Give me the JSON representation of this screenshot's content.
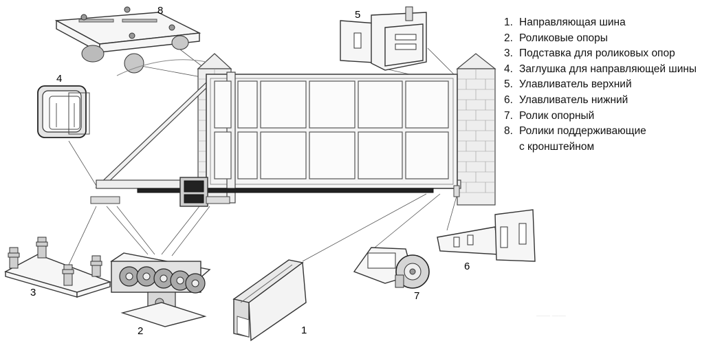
{
  "legend": [
    {
      "n": "1.",
      "text": "Направляющая шина"
    },
    {
      "n": "2.",
      "text": "Роликовые опоры"
    },
    {
      "n": "3.",
      "text": "Подставка для роликовых опор"
    },
    {
      "n": "4.",
      "text": "Заглушка для направляющей шины"
    },
    {
      "n": "5.",
      "text": "Улавливатель верхний"
    },
    {
      "n": "6.",
      "text": "Улавливатель нижний"
    },
    {
      "n": "7.",
      "text": "Ролик опорный"
    },
    {
      "n": "8.",
      "text": "Ролики поддерживающие",
      "text2": "с кронштейном"
    }
  ],
  "callouts": {
    "c1": "1",
    "c2": "2",
    "c3": "3",
    "c4": "4",
    "c5": "5",
    "c6": "6",
    "c7": "7",
    "c8": "8"
  }
}
